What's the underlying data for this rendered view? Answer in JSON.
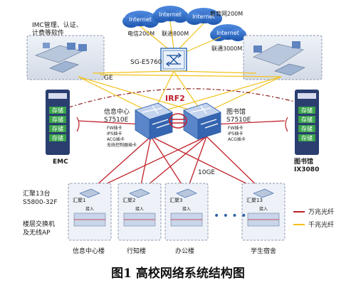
{
  "diagram": {
    "title": "图1  高校网络系统结构图",
    "clouds": [
      {
        "label": "Internet",
        "isp": "电信200M"
      },
      {
        "label": "Internet",
        "isp": "联通800M"
      },
      {
        "label": "Internet",
        "isp": "教育网200M"
      },
      {
        "label": "Internet",
        "isp": "联通3000M"
      }
    ],
    "nodes": {
      "egress_router": "SG-E5760",
      "imc_software": [
        "IMC管理、认证、",
        "计费等软件"
      ],
      "emc_storage": "EMC",
      "core_info": [
        "信息中心",
        "S7510E"
      ],
      "core_library": [
        "图书馆",
        "S7510E"
      ],
      "irf": "IRF2",
      "storage_library": [
        "图书馆",
        "IX3080"
      ],
      "aggregation_desc": [
        "汇聚13台",
        "S5800-32F"
      ],
      "access_desc": [
        "楼层交换机",
        "及无线AP"
      ]
    },
    "cards_info": [
      "FW插卡",
      "IPS插卡",
      "ACG插卡",
      "无线控制器插卡"
    ],
    "cards_library": [
      "FW插卡",
      "IPS插卡",
      "ACG插卡"
    ],
    "storage_slots": [
      "存储",
      "存储",
      "存储",
      "存储"
    ],
    "link_labels": {
      "ge": "GE",
      "tenge": "10GE"
    },
    "aggregation_groups": [
      {
        "agg": "汇聚1",
        "access": "接入",
        "building": "信息中心楼"
      },
      {
        "agg": "汇聚2",
        "access": "接入",
        "building": "行知楼"
      },
      {
        "agg": "汇聚3",
        "access": "接入",
        "building": "办公楼"
      },
      {
        "agg": "汇聚13",
        "access": "接入",
        "building": "学生宿舍"
      }
    ],
    "ellipsis": "• • • •",
    "legend": [
      {
        "label": "万兆光纤",
        "color": "#c0202a"
      },
      {
        "label": "千兆光纤",
        "color": "#f2c21b"
      }
    ],
    "colors": {
      "tengig": "#c0202a",
      "gig": "#f2c21b",
      "cloud": "#3b74c4",
      "switch": "#2f6db8",
      "storage_green": "#3aa44a"
    }
  }
}
